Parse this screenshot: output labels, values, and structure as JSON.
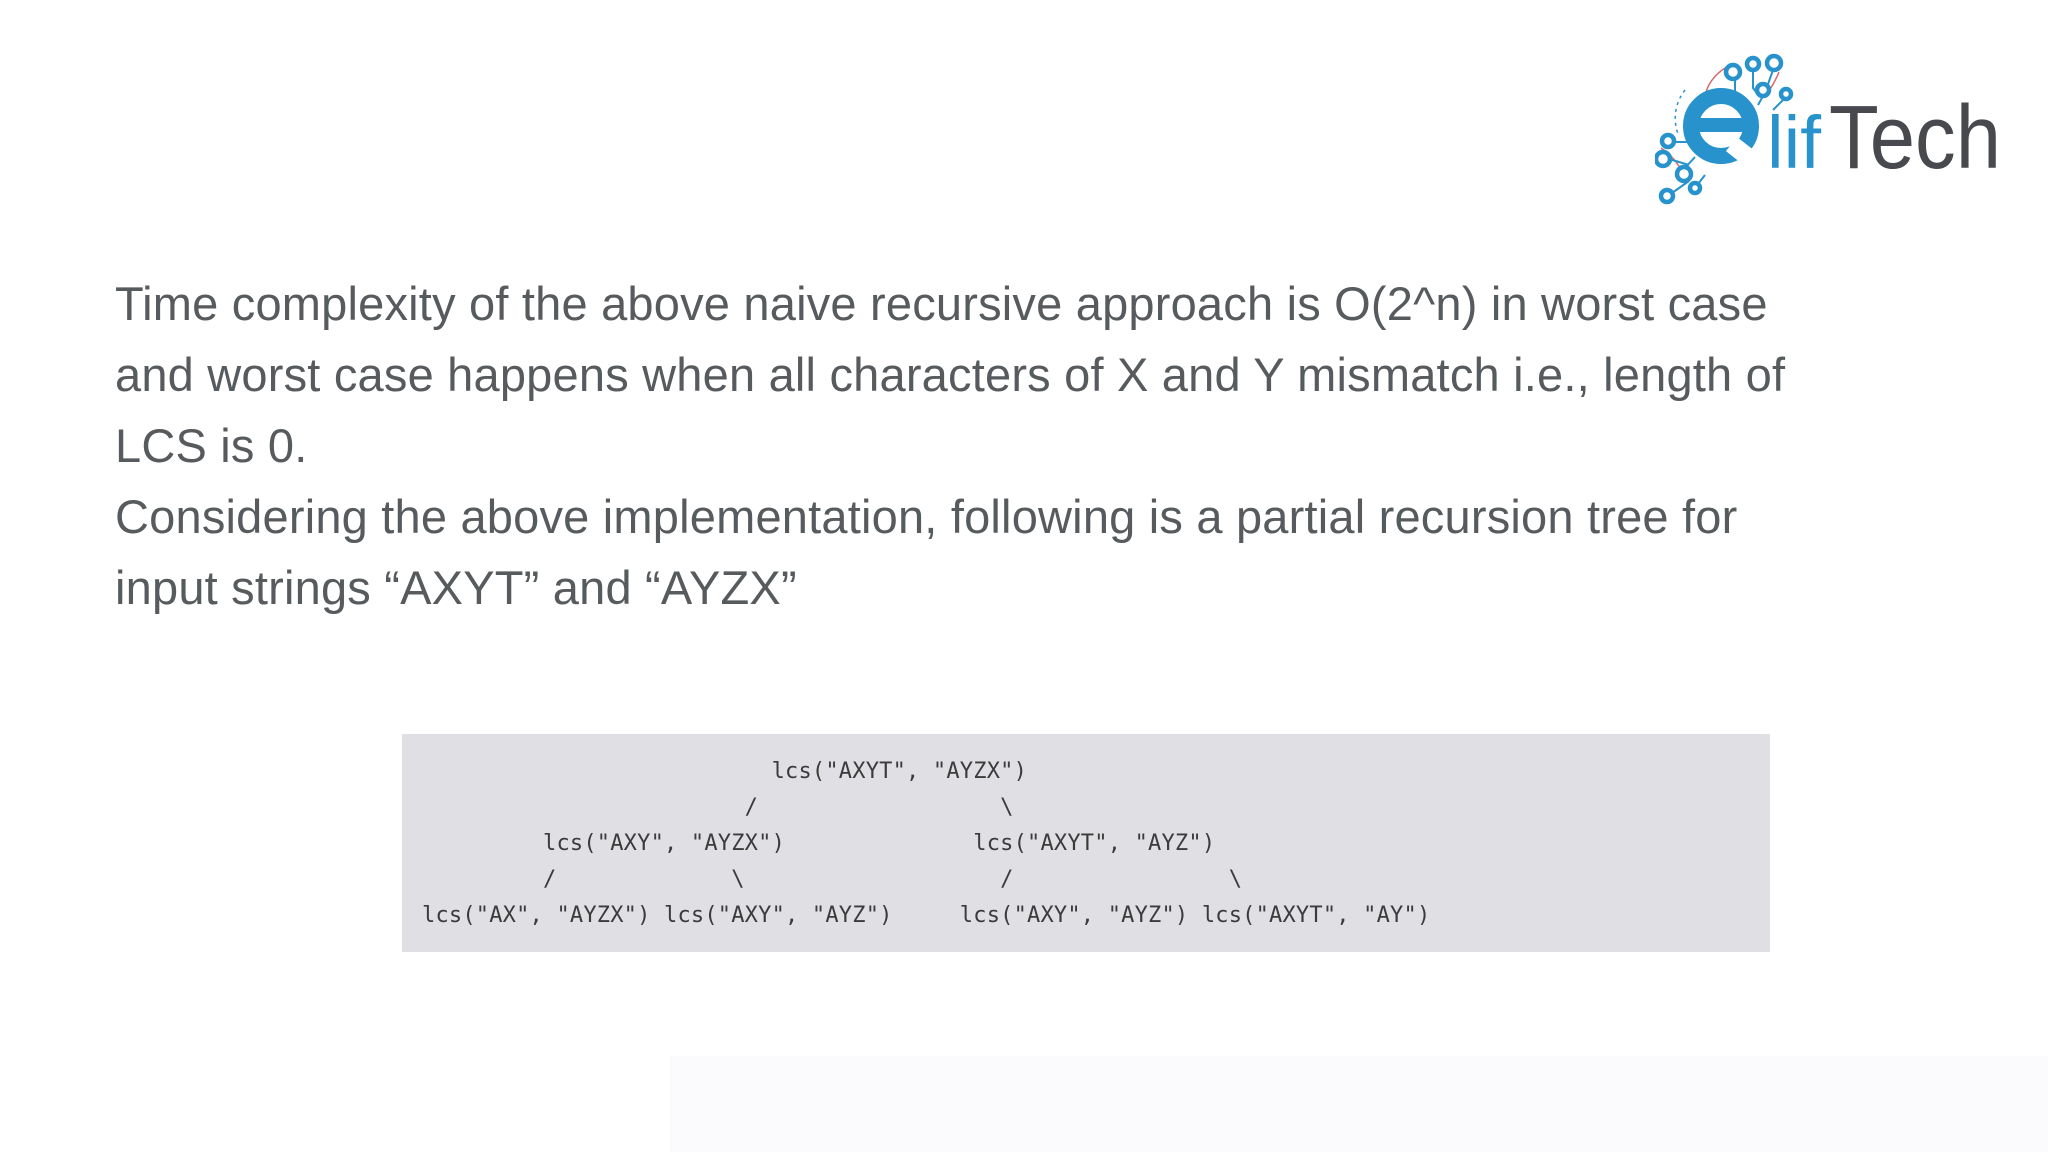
{
  "colors": {
    "accent_blue": "#2792cc",
    "logo_dark": "#47494e",
    "logo_red_trace": "#d86a6a",
    "text_gray": "#575b5e",
    "code_bg": "#e0dfe3",
    "code_text": "#3b3b3b",
    "strip": "#fbfbfd"
  },
  "logo": {
    "brand_blue": "lif",
    "brand_dark": "Tech"
  },
  "article": {
    "lines": [
      "Time complexity of the above naive recursive approach is O(2^n) in worst case",
      "and worst case happens when all characters of X and Y mismatch i.e., length of",
      "LCS is 0.",
      "Considering the above implementation, following is a partial recursion tree for",
      "input strings “AXYT” and “AYZX”"
    ]
  },
  "code_block": {
    "tree_text": "                          lcs(\"AXYT\", \"AYZX\")\n                        /                  \\\n         lcs(\"AXY\", \"AYZX\")              lcs(\"AXYT\", \"AYZ\")\n         /             \\                   /                \\\nlcs(\"AX\", \"AYZX\") lcs(\"AXY\", \"AYZ\")     lcs(\"AXY\", \"AYZ\") lcs(\"AXYT\", \"AY\")"
  }
}
